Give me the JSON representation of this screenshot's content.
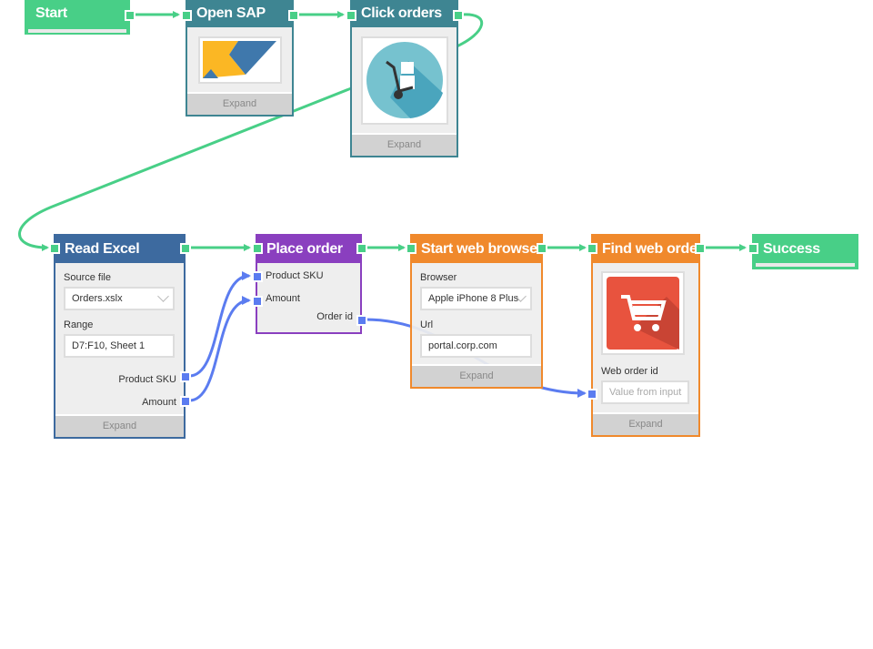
{
  "colors": {
    "flow": "#48cf87",
    "data": "#5b7cf0",
    "sap": "#3e8592",
    "excel": "#3d6a9f",
    "place": "#8a3fbf",
    "web": "#f0892c"
  },
  "nodes": {
    "start": {
      "title": "Start"
    },
    "open_sap": {
      "title": "Open SAP",
      "icon": "sap-logo-icon",
      "expand": "Expand"
    },
    "click_orders": {
      "title": "Click orders",
      "icon": "hand-truck-icon",
      "expand": "Expand"
    },
    "read_excel": {
      "title": "Read Excel",
      "source_label": "Source file",
      "source_value": "Orders.xslx",
      "range_label": "Range",
      "range_value": "D7:F10, Sheet 1",
      "outputs": [
        "Product SKU",
        "Amount"
      ],
      "expand": "Expand"
    },
    "place_order": {
      "title": "Place order",
      "inputs": [
        "Product SKU",
        "Amount"
      ],
      "outputs": [
        "Order id"
      ]
    },
    "start_web_browser": {
      "title": "Start web browser",
      "browser_label": "Browser",
      "browser_value": "Apple iPhone 8 Plus",
      "url_label": "Url",
      "url_value": "portal.corp.com",
      "expand": "Expand"
    },
    "find_web_order": {
      "title": "Find web order",
      "icon": "shopping-cart-icon",
      "order_label": "Web order id",
      "order_placeholder": "Value from input",
      "expand": "Expand"
    },
    "success": {
      "title": "Success"
    }
  }
}
